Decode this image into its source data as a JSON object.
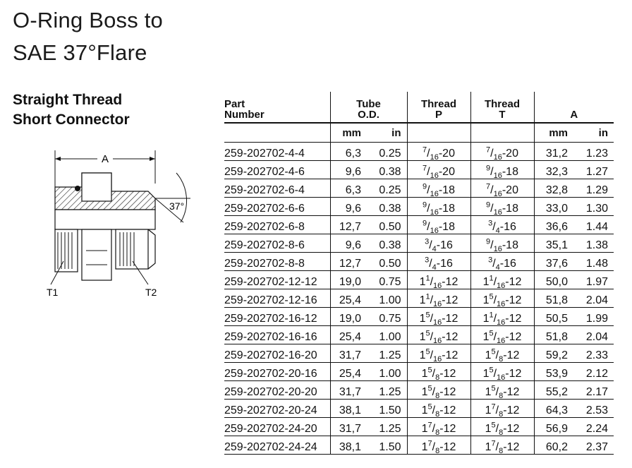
{
  "title": {
    "line1": "O-Ring Boss to",
    "line2": "SAE 37°Flare"
  },
  "subtitle": {
    "line1": "Straight Thread",
    "line2": "Short Connector"
  },
  "diagram": {
    "label_a": "A",
    "label_angle": "37°",
    "label_t1": "T1",
    "label_t2": "T2"
  },
  "table": {
    "headers": {
      "part": [
        "Part",
        "Number"
      ],
      "tube": [
        "Tube",
        "O.D."
      ],
      "thread_p": [
        "Thread",
        "P"
      ],
      "thread_t": [
        "Thread",
        "T"
      ],
      "a": "A"
    },
    "units": {
      "tube_mm": "mm",
      "tube_in": "in",
      "a_mm": "mm",
      "a_in": "in"
    },
    "rows": [
      {
        "part": "259-202702-4-4",
        "tube_mm": "6,3",
        "tube_in": "0.25",
        "p": {
          "w": "",
          "n": "7",
          "d": "16",
          "s": "-20"
        },
        "t": {
          "w": "",
          "n": "7",
          "d": "16",
          "s": "-20"
        },
        "a_mm": "31,2",
        "a_in": "1.23"
      },
      {
        "part": "259-202702-4-6",
        "tube_mm": "9,6",
        "tube_in": "0.38",
        "p": {
          "w": "",
          "n": "7",
          "d": "16",
          "s": "-20"
        },
        "t": {
          "w": "",
          "n": "9",
          "d": "16",
          "s": "-18"
        },
        "a_mm": "32,3",
        "a_in": "1.27"
      },
      {
        "part": "259-202702-6-4",
        "tube_mm": "6,3",
        "tube_in": "0.25",
        "p": {
          "w": "",
          "n": "9",
          "d": "16",
          "s": "-18"
        },
        "t": {
          "w": "",
          "n": "7",
          "d": "16",
          "s": "-20"
        },
        "a_mm": "32,8",
        "a_in": "1.29"
      },
      {
        "part": "259-202702-6-6",
        "tube_mm": "9,6",
        "tube_in": "0.38",
        "p": {
          "w": "",
          "n": "9",
          "d": "16",
          "s": "-18"
        },
        "t": {
          "w": "",
          "n": "9",
          "d": "16",
          "s": "-18"
        },
        "a_mm": "33,0",
        "a_in": "1.30"
      },
      {
        "part": "259-202702-6-8",
        "tube_mm": "12,7",
        "tube_in": "0.50",
        "p": {
          "w": "",
          "n": "9",
          "d": "16",
          "s": "-18"
        },
        "t": {
          "w": "",
          "n": "3",
          "d": "4",
          "s": "-16"
        },
        "a_mm": "36,6",
        "a_in": "1.44"
      },
      {
        "part": "259-202702-8-6",
        "tube_mm": "9,6",
        "tube_in": "0.38",
        "p": {
          "w": "",
          "n": "3",
          "d": "4",
          "s": "-16"
        },
        "t": {
          "w": "",
          "n": "9",
          "d": "16",
          "s": "-18"
        },
        "a_mm": "35,1",
        "a_in": "1.38"
      },
      {
        "part": "259-202702-8-8",
        "tube_mm": "12,7",
        "tube_in": "0.50",
        "p": {
          "w": "",
          "n": "3",
          "d": "4",
          "s": "-16"
        },
        "t": {
          "w": "",
          "n": "3",
          "d": "4",
          "s": "-16"
        },
        "a_mm": "37,6",
        "a_in": "1.48"
      },
      {
        "part": "259-202702-12-12",
        "tube_mm": "19,0",
        "tube_in": "0.75",
        "p": {
          "w": "1",
          "n": "1",
          "d": "16",
          "s": "-12"
        },
        "t": {
          "w": "1",
          "n": "1",
          "d": "16",
          "s": "-12"
        },
        "a_mm": "50,0",
        "a_in": "1.97"
      },
      {
        "part": "259-202702-12-16",
        "tube_mm": "25,4",
        "tube_in": "1.00",
        "p": {
          "w": "1",
          "n": "1",
          "d": "16",
          "s": "-12"
        },
        "t": {
          "w": "1",
          "n": "5",
          "d": "16",
          "s": "-12"
        },
        "a_mm": "51,8",
        "a_in": "2.04"
      },
      {
        "part": "259-202702-16-12",
        "tube_mm": "19,0",
        "tube_in": "0.75",
        "p": {
          "w": "1",
          "n": "5",
          "d": "16",
          "s": "-12"
        },
        "t": {
          "w": "1",
          "n": "1",
          "d": "16",
          "s": "-12"
        },
        "a_mm": "50,5",
        "a_in": "1.99"
      },
      {
        "part": "259-202702-16-16",
        "tube_mm": "25,4",
        "tube_in": "1.00",
        "p": {
          "w": "1",
          "n": "5",
          "d": "16",
          "s": "-12"
        },
        "t": {
          "w": "1",
          "n": "5",
          "d": "16",
          "s": "-12"
        },
        "a_mm": "51,8",
        "a_in": "2.04"
      },
      {
        "part": "259-202702-16-20",
        "tube_mm": "31,7",
        "tube_in": "1.25",
        "p": {
          "w": "1",
          "n": "5",
          "d": "16",
          "s": "-12"
        },
        "t": {
          "w": "1",
          "n": "5",
          "d": "8",
          "s": "-12"
        },
        "a_mm": "59,2",
        "a_in": "2.33"
      },
      {
        "part": "259-202702-20-16",
        "tube_mm": "25,4",
        "tube_in": "1.00",
        "p": {
          "w": "1",
          "n": "5",
          "d": "8",
          "s": "-12"
        },
        "t": {
          "w": "1",
          "n": "5",
          "d": "16",
          "s": "-12"
        },
        "a_mm": "53,9",
        "a_in": "2.12"
      },
      {
        "part": "259-202702-20-20",
        "tube_mm": "31,7",
        "tube_in": "1.25",
        "p": {
          "w": "1",
          "n": "5",
          "d": "8",
          "s": "-12"
        },
        "t": {
          "w": "1",
          "n": "5",
          "d": "8",
          "s": "-12"
        },
        "a_mm": "55,2",
        "a_in": "2.17"
      },
      {
        "part": "259-202702-20-24",
        "tube_mm": "38,1",
        "tube_in": "1.50",
        "p": {
          "w": "1",
          "n": "5",
          "d": "8",
          "s": "-12"
        },
        "t": {
          "w": "1",
          "n": "7",
          "d": "8",
          "s": "-12"
        },
        "a_mm": "64,3",
        "a_in": "2.53"
      },
      {
        "part": "259-202702-24-20",
        "tube_mm": "31,7",
        "tube_in": "1.25",
        "p": {
          "w": "1",
          "n": "7",
          "d": "8",
          "s": "-12"
        },
        "t": {
          "w": "1",
          "n": "5",
          "d": "8",
          "s": "-12"
        },
        "a_mm": "56,9",
        "a_in": "2.24"
      },
      {
        "part": "259-202702-24-24",
        "tube_mm": "38,1",
        "tube_in": "1.50",
        "p": {
          "w": "1",
          "n": "7",
          "d": "8",
          "s": "-12"
        },
        "t": {
          "w": "1",
          "n": "7",
          "d": "8",
          "s": "-12"
        },
        "a_mm": "60,2",
        "a_in": "2.37"
      }
    ]
  }
}
